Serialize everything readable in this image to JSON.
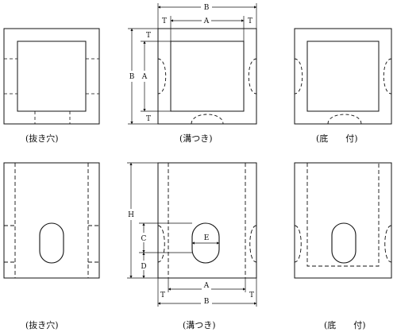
{
  "dimension_labels": {
    "B": "B",
    "A": "A",
    "T": "T",
    "H": "H",
    "C": "C",
    "D": "D",
    "E": "E"
  },
  "captions": {
    "knockout": "(抜き穴)",
    "groove": "(溝つき)",
    "bottom": "(底　　付)"
  }
}
